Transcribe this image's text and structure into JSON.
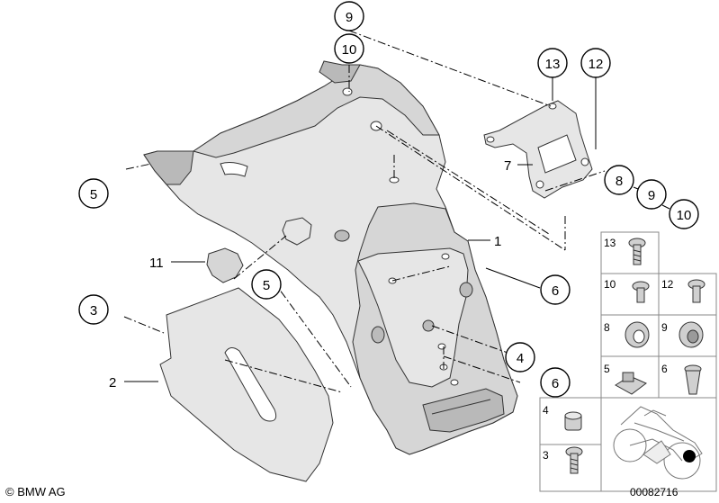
{
  "labels": {
    "n1": "1",
    "n2": "2",
    "n3": "3",
    "n4": "4",
    "n5a": "5",
    "n5b": "5",
    "n6a": "6",
    "n6b": "6",
    "n7": "7",
    "n8": "8",
    "n9a": "9",
    "n9b": "9",
    "n10a": "10",
    "n10b": "10",
    "n11": "11",
    "n12": "12",
    "n13": "13"
  },
  "legend": {
    "row1": "13",
    "row2a": "10",
    "row2b": "12",
    "row3a": "8",
    "row3b": "9",
    "row4a": "5",
    "row4b": "6",
    "row5": "4",
    "row6": "3"
  },
  "footer": {
    "copyright": "© BMW AG",
    "diagram_number": "00082716"
  }
}
